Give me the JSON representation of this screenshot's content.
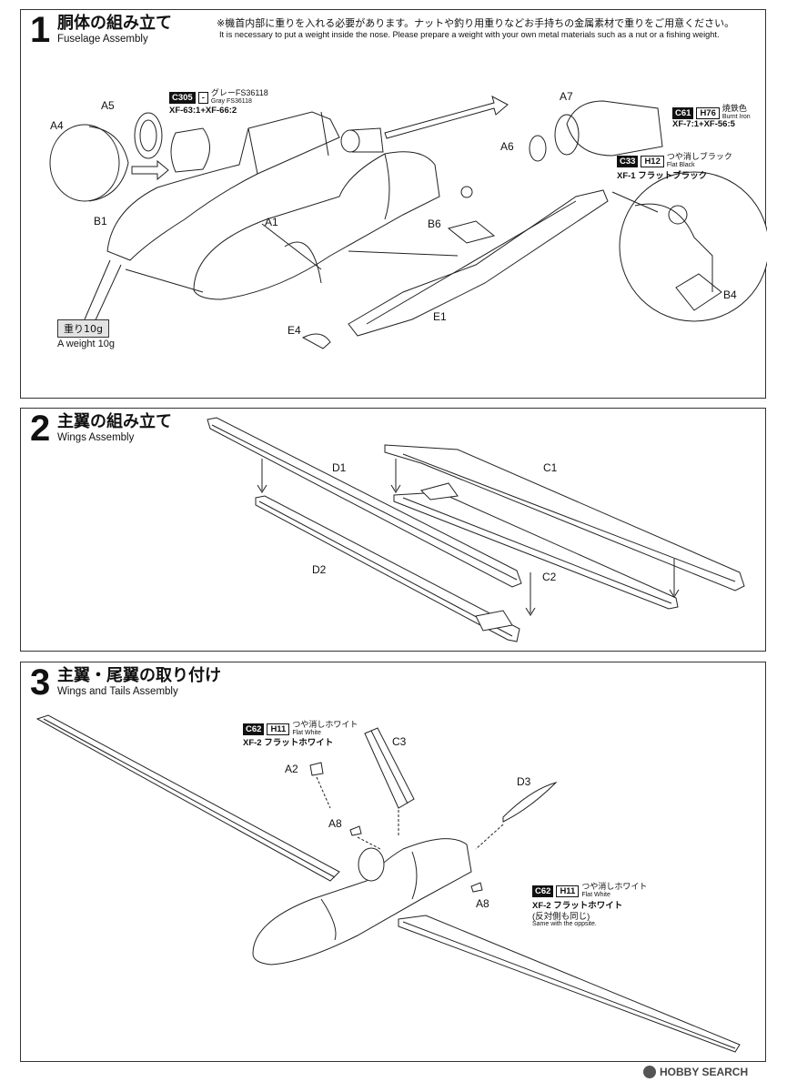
{
  "step1": {
    "number": "1",
    "title": "胴体の組み立て",
    "subtitle": "Fuselage Assembly",
    "note_jp": "※機首内部に重りを入れる必要があります。ナットや釣り用重りなどお手持ちの金属素材で重りをご用意ください。",
    "note_en": "It is necessary to put a weight inside the nose.  Please prepare a weight with your own metal materials such as a nut or a fishing weight.",
    "parts": {
      "a4": "A4",
      "a5": "A5",
      "a7": "A7",
      "a6": "A6",
      "b1": "B1",
      "a1": "A1",
      "b6": "B6",
      "e1": "E1",
      "e4": "E4",
      "b4": "B4"
    },
    "paint_gray": {
      "code": "C305",
      "h": "-",
      "jp": "グレーFS36118",
      "en": "Gray FS36118",
      "mix": "XF-63:1+XF-66:2"
    },
    "paint_iron": {
      "code": "C61",
      "h": "H76",
      "jp": "焼鉄色",
      "en": "Burnt Iron",
      "mix": "XF-7:1+XF-56:5"
    },
    "paint_black": {
      "code": "C33",
      "h": "H12",
      "jp": "つや消しブラック",
      "en": "Flat Black",
      "mix": "XF-1 フラットブラック"
    },
    "weight_jp": "重り10g",
    "weight_en": "A weight 10g"
  },
  "step2": {
    "number": "2",
    "title": "主翼の組み立て",
    "subtitle": "Wings Assembly",
    "parts": {
      "d1": "D1",
      "c1": "C1",
      "d2": "D2",
      "c2": "C2"
    }
  },
  "step3": {
    "number": "3",
    "title": "主翼・尾翼の取り付け",
    "subtitle": "Wings and Tails Assembly",
    "parts": {
      "c3": "C3",
      "a2": "A2",
      "d3": "D3",
      "a8a": "A8",
      "a8b": "A8"
    },
    "paint_white_1": {
      "code": "C62",
      "h": "H11",
      "jp": "つや消しホワイト",
      "en": "Flat White",
      "mix": "XF-2 フラットホワイト"
    },
    "paint_white_2": {
      "code": "C62",
      "h": "H11",
      "jp": "つや消しホワイト",
      "en": "Flat White",
      "mix": "XF-2 フラットホワイト",
      "same_jp": "(反対側も同じ)",
      "same_en": "Same with the oppsite."
    }
  },
  "watermark": "HOBBY SEARCH"
}
